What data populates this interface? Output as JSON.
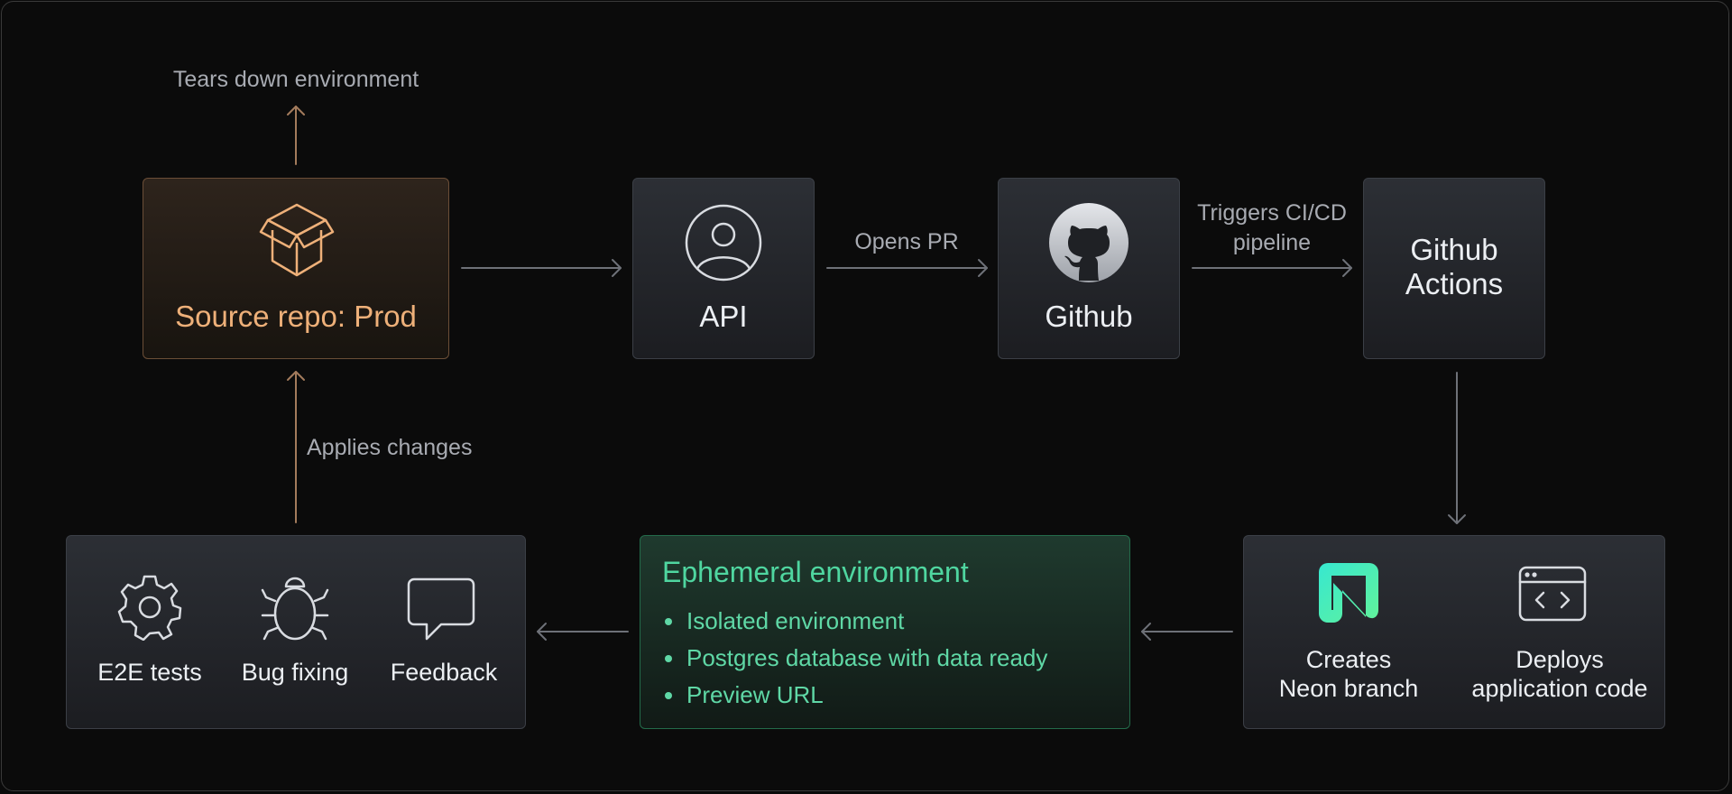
{
  "diagram": {
    "nodes": {
      "source_repo": {
        "label": "Source repo: Prod",
        "icon": "box-icon"
      },
      "api": {
        "label": "API",
        "icon": "user-icon"
      },
      "github": {
        "label": "Github",
        "icon": "github-icon"
      },
      "github_actions": {
        "label_line1": "Github",
        "label_line2": "Actions"
      },
      "neon_deploy": {
        "items": [
          {
            "label_line1": "Creates",
            "label_line2": "Neon branch",
            "icon": "neon-logo-icon"
          },
          {
            "label_line1": "Deploys",
            "label_line2": "application code",
            "icon": "code-window-icon"
          }
        ]
      },
      "ephemeral": {
        "title": "Ephemeral environment",
        "bullets": [
          "Isolated environment",
          "Postgres database with data ready",
          "Preview URL"
        ]
      },
      "review": {
        "items": [
          {
            "label": "E2E tests",
            "icon": "gear-icon"
          },
          {
            "label": "Bug fixing",
            "icon": "bug-icon"
          },
          {
            "label": "Feedback",
            "icon": "chat-bubble-icon"
          }
        ]
      }
    },
    "edges": {
      "tears_down": "Tears down environment",
      "opens_pr": "Opens PR",
      "triggers_line1": "Triggers CI/CD",
      "triggers_line2": "pipeline",
      "applies_changes": "Applies changes"
    }
  },
  "colors": {
    "accent_orange": "#eeb079",
    "accent_green": "#4fd6a0",
    "arrow_gray": "#6e7178",
    "arrow_orange": "#a37b5c"
  }
}
